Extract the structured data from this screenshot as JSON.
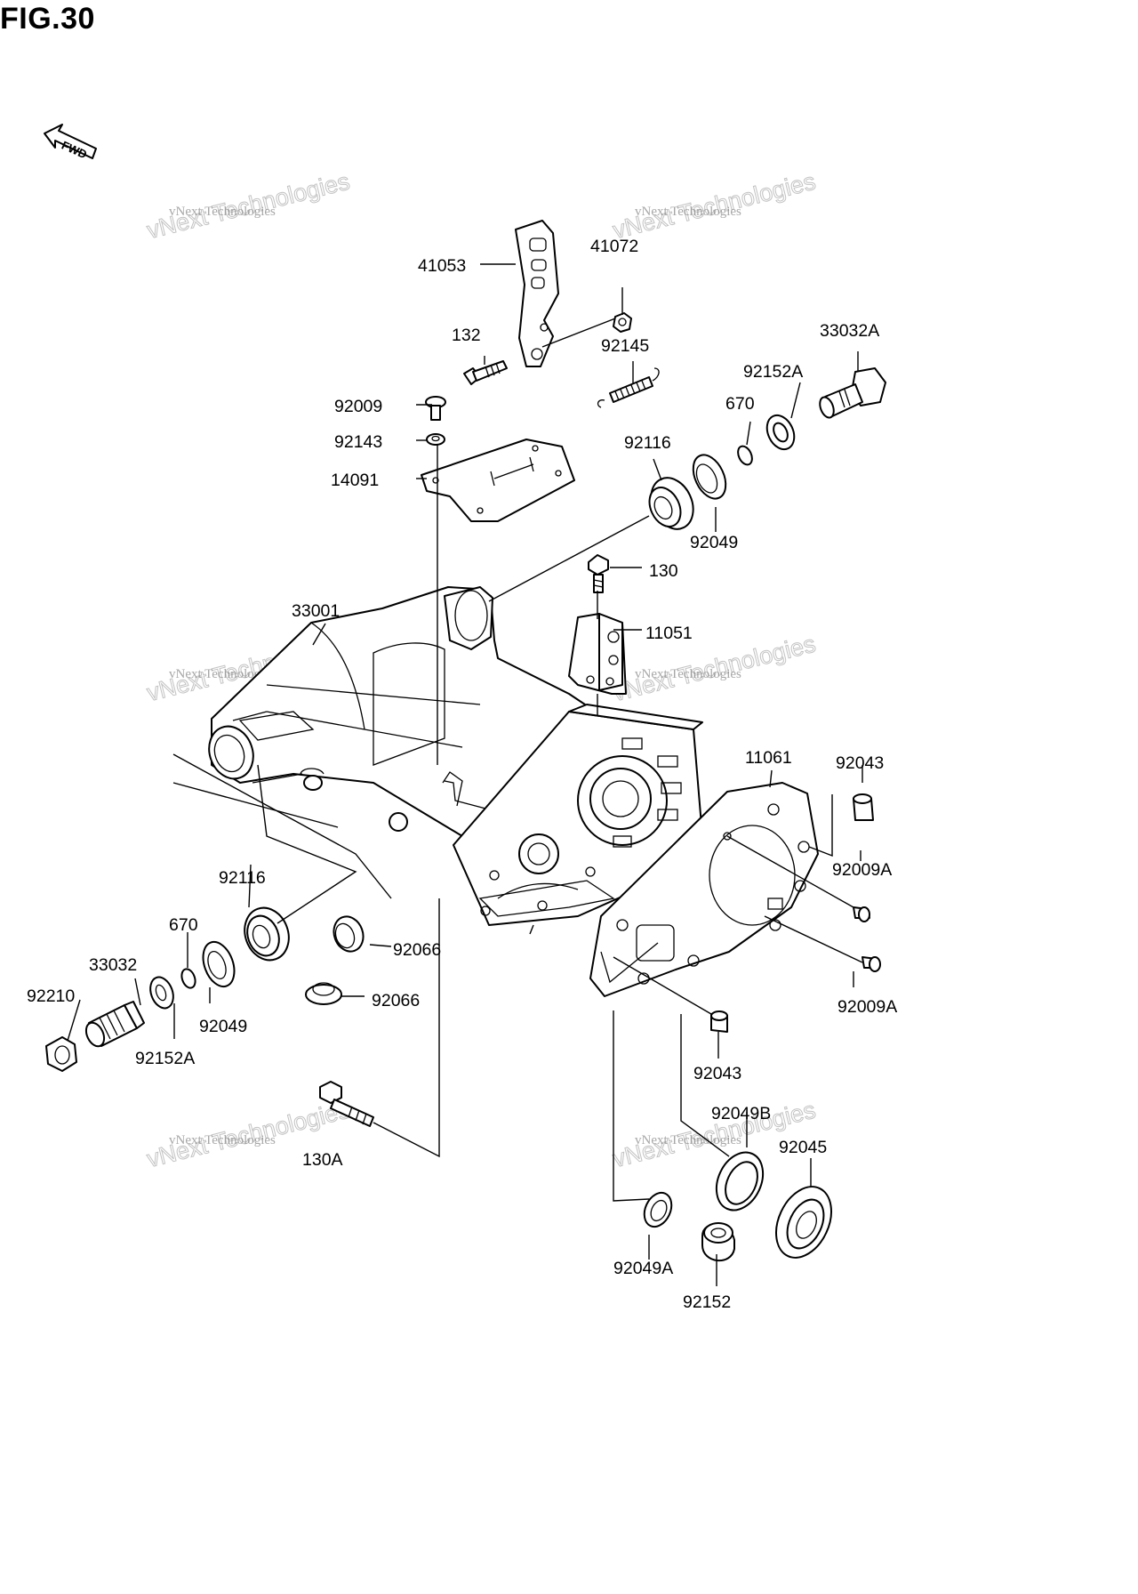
{
  "figure": {
    "title": "FIG.30"
  },
  "direction_arrow": {
    "label": "FWD"
  },
  "watermark": {
    "small": "vNext Technologies",
    "big": "vNext Technologies"
  },
  "parts": [
    {
      "id": "p-41053",
      "label": "41053"
    },
    {
      "id": "p-41072",
      "label": "41072"
    },
    {
      "id": "p-132",
      "label": "132"
    },
    {
      "id": "p-92145",
      "label": "92145"
    },
    {
      "id": "p-33032A",
      "label": "33032A"
    },
    {
      "id": "p-92152A-top",
      "label": "92152A"
    },
    {
      "id": "p-92009",
      "label": "92009"
    },
    {
      "id": "p-670-top",
      "label": "670"
    },
    {
      "id": "p-92143",
      "label": "92143"
    },
    {
      "id": "p-92116-top",
      "label": "92116"
    },
    {
      "id": "p-14091",
      "label": "14091"
    },
    {
      "id": "p-92049-top",
      "label": "92049"
    },
    {
      "id": "p-130",
      "label": "130"
    },
    {
      "id": "p-33001",
      "label": "33001"
    },
    {
      "id": "p-11051",
      "label": "11051"
    },
    {
      "id": "p-11061",
      "label": "11061"
    },
    {
      "id": "p-92043-top",
      "label": "92043"
    },
    {
      "id": "p-92116-bot",
      "label": "92116"
    },
    {
      "id": "p-92009A-1",
      "label": "92009A"
    },
    {
      "id": "p-670-bot",
      "label": "670"
    },
    {
      "id": "p-33032",
      "label": "33032"
    },
    {
      "id": "p-92066-1",
      "label": "92066"
    },
    {
      "id": "p-92210",
      "label": "92210"
    },
    {
      "id": "p-92009A-2",
      "label": "92009A"
    },
    {
      "id": "p-92066-2",
      "label": "92066"
    },
    {
      "id": "p-92049-bot",
      "label": "92049"
    },
    {
      "id": "p-92152A-bot",
      "label": "92152A"
    },
    {
      "id": "p-92043-bot",
      "label": "92043"
    },
    {
      "id": "p-92049B",
      "label": "92049B"
    },
    {
      "id": "p-92045",
      "label": "92045"
    },
    {
      "id": "p-130A",
      "label": "130A"
    },
    {
      "id": "p-92049A",
      "label": "92049A"
    },
    {
      "id": "p-92152",
      "label": "92152"
    }
  ]
}
